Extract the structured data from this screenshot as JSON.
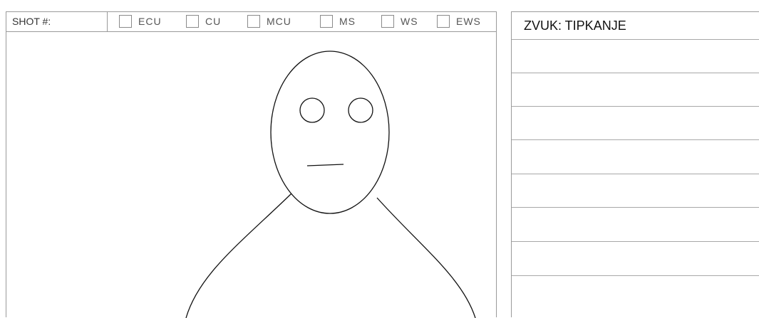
{
  "shot": {
    "label": "SHOT #:",
    "options": [
      {
        "label": "ECU",
        "checked": false
      },
      {
        "label": "CU",
        "checked": false
      },
      {
        "label": "MCU",
        "checked": false
      },
      {
        "label": "MS",
        "checked": false
      },
      {
        "label": "WS",
        "checked": false
      },
      {
        "label": "EWS",
        "checked": false
      }
    ]
  },
  "notes": {
    "title": "ZVUK: TIPKANJE"
  }
}
